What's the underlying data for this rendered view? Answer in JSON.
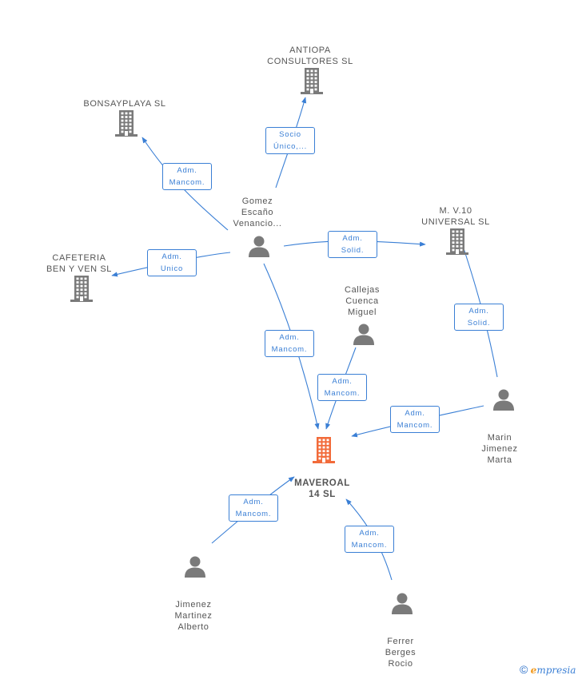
{
  "colors": {
    "edge": "#3a7fd5",
    "company": "#7a7a7a",
    "person": "#7a7a7a",
    "focus": "#f26b3a",
    "label": "#555555"
  },
  "nodes": [
    {
      "id": "antiopa",
      "kind": "company",
      "label": "ANTIOPA\nCONSULTORES SL"
    },
    {
      "id": "bonsayplaya",
      "kind": "company",
      "label": "BONSAYPLAYA SL"
    },
    {
      "id": "cafeteria",
      "kind": "company",
      "label": "CAFETERIA\nBEN Y VEN  SL"
    },
    {
      "id": "mv10",
      "kind": "company",
      "label": "M.  V.10\nUNIVERSAL SL"
    },
    {
      "id": "maveroal",
      "kind": "focus",
      "label": "MAVEROAL\n14  SL"
    },
    {
      "id": "gomez",
      "kind": "person",
      "label": "Gomez\nEscaño\nVenancio..."
    },
    {
      "id": "callejas",
      "kind": "person",
      "label": "Callejas\nCuenca\nMiguel"
    },
    {
      "id": "marin",
      "kind": "person",
      "label": "Marin\nJimenez\nMarta"
    },
    {
      "id": "jimenez",
      "kind": "person",
      "label": "Jimenez\nMartinez\nAlberto"
    },
    {
      "id": "ferrer",
      "kind": "person",
      "label": "Ferrer\nBerges\nRocio"
    }
  ],
  "edges": [
    {
      "id": "e1",
      "from": "gomez",
      "to": "antiopa",
      "label": "Socio\nÚnico,..."
    },
    {
      "id": "e2",
      "from": "gomez",
      "to": "bonsayplaya",
      "label": "Adm.\nMancom."
    },
    {
      "id": "e3",
      "from": "gomez",
      "to": "cafeteria",
      "label": "Adm.\nUnico"
    },
    {
      "id": "e4",
      "from": "gomez",
      "to": "mv10",
      "label": "Adm.\nSolid."
    },
    {
      "id": "e5",
      "from": "gomez",
      "to": "maveroal",
      "label": "Adm.\nMancom."
    },
    {
      "id": "e6",
      "from": "callejas",
      "to": "maveroal",
      "label": "Adm.\nMancom."
    },
    {
      "id": "e7",
      "from": "marin",
      "to": "mv10",
      "label": "Adm.\nSolid."
    },
    {
      "id": "e8",
      "from": "marin",
      "to": "maveroal",
      "label": "Adm.\nMancom."
    },
    {
      "id": "e9",
      "from": "jimenez",
      "to": "maveroal",
      "label": "Adm.\nMancom."
    },
    {
      "id": "e10",
      "from": "ferrer",
      "to": "maveroal",
      "label": "Adm.\nMancom."
    }
  ],
  "footer": {
    "copyright": "©",
    "brand_initial": "e",
    "brand_rest": "mpresia"
  }
}
